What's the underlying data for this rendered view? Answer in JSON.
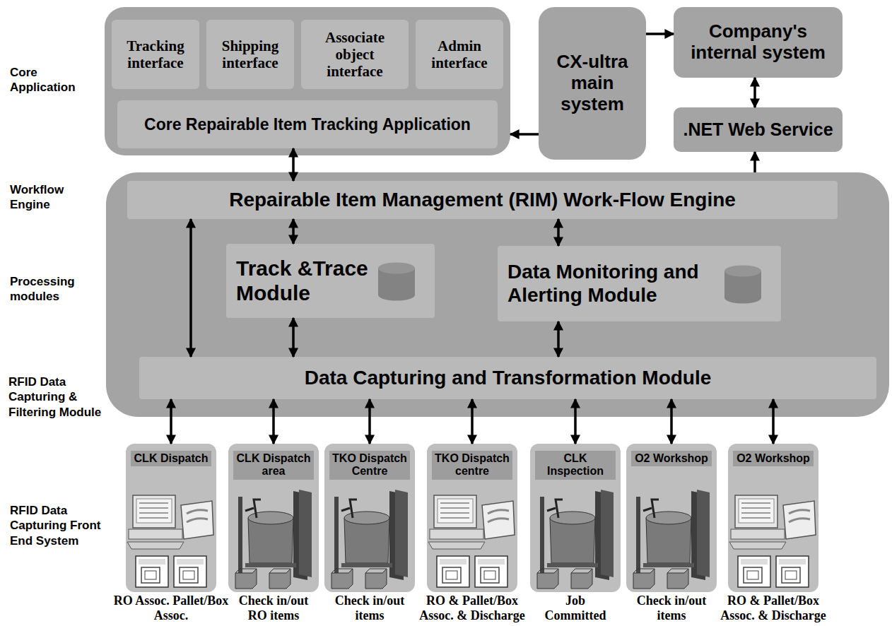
{
  "diagram": {
    "nodes": [
      {
        "text": []
      },
      {
        "text": [
          "Tracking interface"
        ],
        "in": 0
      },
      {
        "text": [
          "Shipping interface"
        ],
        "in": 0
      },
      {
        "text": [
          "Associate object interface"
        ],
        "in": 0
      },
      {
        "text": [
          "Admin interface"
        ],
        "in": 0
      },
      {
        "text": [
          "Core Repairable Item Tracking Application"
        ],
        "in": 0
      },
      {
        "text": [
          "CX-ultra main system"
        ]
      },
      {
        "text": [
          "Company's internal system"
        ]
      },
      {
        "text": [
          ".NET Web Service"
        ]
      },
      {
        "text": []
      },
      {
        "text": [
          "Repairable Item Management (RIM) Work-Flow Engine"
        ],
        "in": 9
      },
      {
        "text": [
          "Track &Trace Module"
        ],
        "in": 9
      },
      {
        "text": [
          "Data Monitoring and Alerting Module"
        ],
        "in": 9
      },
      {
        "text": [
          "Data Capturing and Transformation Module"
        ],
        "in": 9
      },
      {
        "text": [
          "CLK Dispatch",
          "RO Assoc. Pallet/Box Assoc."
        ]
      },
      {
        "text": [
          "CLK Dispatch area",
          "Check in/out RO items"
        ]
      },
      {
        "text": [
          "TKO Dispatch Centre",
          "Check in/out items"
        ]
      },
      {
        "text": [
          "TKO Dispatch centre",
          "RO & Pallet/Box Assoc. & Discharge"
        ]
      },
      {
        "text": [
          "CLK Inspection",
          "Job Committed"
        ]
      },
      {
        "text": [
          "O2 Workshop",
          "Check in/out items"
        ]
      },
      {
        "text": [
          "O2 Workshop",
          "RO & Pallet/Box Assoc. & Discharge"
        ]
      }
    ],
    "edges": [
      {
        "from": 6,
        "to": 7,
        "arrow": "to"
      },
      {
        "from": 6,
        "to": 0,
        "arrow": "to"
      },
      {
        "from": 7,
        "to": 8,
        "arrow": "both"
      },
      {
        "from": 9,
        "to": 8,
        "arrow": "to"
      },
      {
        "from": 5,
        "to": 10,
        "arrow": "both"
      },
      {
        "from": 10,
        "to": 11,
        "arrow": "both"
      },
      {
        "from": 10,
        "to": 12,
        "arrow": "both"
      },
      {
        "from": 10,
        "to": 13,
        "arrow": "both"
      },
      {
        "from": 11,
        "to": 13,
        "arrow": "both"
      },
      {
        "from": 12,
        "to": 13,
        "arrow": "both"
      },
      {
        "from": 13,
        "to": 14,
        "arrow": "both"
      },
      {
        "from": 13,
        "to": 15,
        "arrow": "both"
      },
      {
        "from": 13,
        "to": 16,
        "arrow": "both"
      },
      {
        "from": 13,
        "to": 17,
        "arrow": "both"
      },
      {
        "from": 13,
        "to": 18,
        "arrow": "both"
      },
      {
        "from": 13,
        "to": 19,
        "arrow": "both"
      },
      {
        "from": 13,
        "to": 20,
        "arrow": "both"
      }
    ],
    "labels": [
      "Core Application",
      "Workflow Engine",
      "Processing modules",
      "RFID Data Capturing & Filtering Module",
      "RFID Data Capturing Front End System"
    ]
  }
}
